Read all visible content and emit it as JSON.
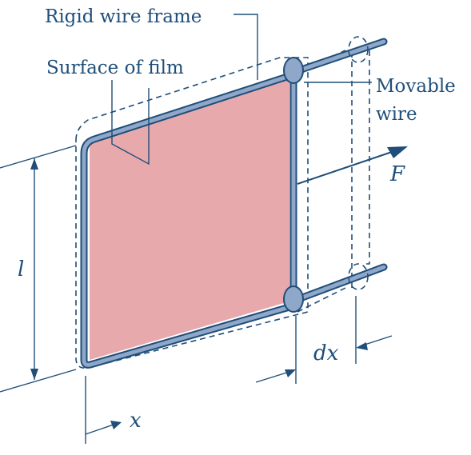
{
  "labels": {
    "rigid_frame": "Rigid wire frame",
    "surface": "Surface of film",
    "movable": "Movable",
    "wire": "wire",
    "force": "F",
    "length": "l",
    "displacement": "dx",
    "position": "x"
  },
  "colors": {
    "ink": "#1f4e79",
    "film": "#e8a9ad",
    "wire_fill": "#8fa7c8"
  }
}
